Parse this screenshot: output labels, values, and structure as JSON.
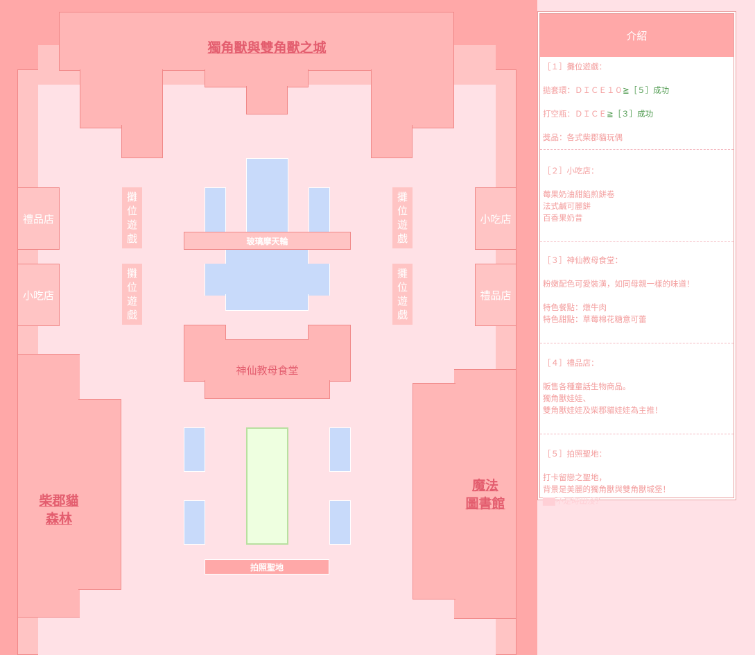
{
  "map": {
    "castle_title": "獨角獸與雙角獸之城",
    "ferris_wheel": "玻璃摩天輪",
    "restaurant": "神仙教母食堂",
    "photo_spot": "拍照聖地",
    "forest_line1": "柴郡貓",
    "forest_line2": "森林",
    "library_line1": "魔法",
    "library_line2": "圖書館",
    "gift_shop": "禮品店",
    "snack_shop": "小吃店",
    "stall_chars": [
      "攤",
      "位",
      "遊",
      "戲"
    ]
  },
  "panel": {
    "header": "介紹",
    "sec1": {
      "title": "［１］攤位遊戲：",
      "line1_prefix": "拋套環：ＤＩＣＥ１０",
      "line1_cond": "≧［５］",
      "line1_suffix": "成功",
      "line2_prefix": "打空瓶：ＤＩＣＥ",
      "line2_cond": "≧［３］",
      "line2_suffix": "成功",
      "line3": "獎品：各式柴郡貓玩偶"
    },
    "sec2": {
      "title": "［２］小吃店：",
      "items": [
        "莓果奶油甜餡煎餅卷",
        "法式鹹可麗餅",
        "百香果奶昔"
      ]
    },
    "sec3": {
      "title": "［３］神仙教母食堂：",
      "desc": "粉嫩配色可愛裝潢，如同母親一樣的味道！",
      "item1": "特色餐點：燉牛肉",
      "item2": "特色甜點：草莓棉花糖意可蕾"
    },
    "sec4": {
      "title": "［４］禮品店：",
      "line1": "販售各種童話生物商品。",
      "line2": "獨角獸娃娃、",
      "line3": "雙角獸娃娃及柴郡貓娃娃為主推！"
    },
    "sec5": {
      "title": "［５］拍照聖地：",
      "line1": "打卡留戀之聖地，",
      "line2": "背景是美麗的獨角獸與雙角獸城堡！",
      "note": "▇▇不定時出沒？"
    }
  },
  "colors": {
    "map_base": "#ffa8a8",
    "zone": "#ffc4c4",
    "pale": "#ffe1e6",
    "water": "#c8dafa",
    "lawn": "#eeffe0",
    "title_red": "#e35d6e",
    "accent_green": "#4e9a4e"
  }
}
